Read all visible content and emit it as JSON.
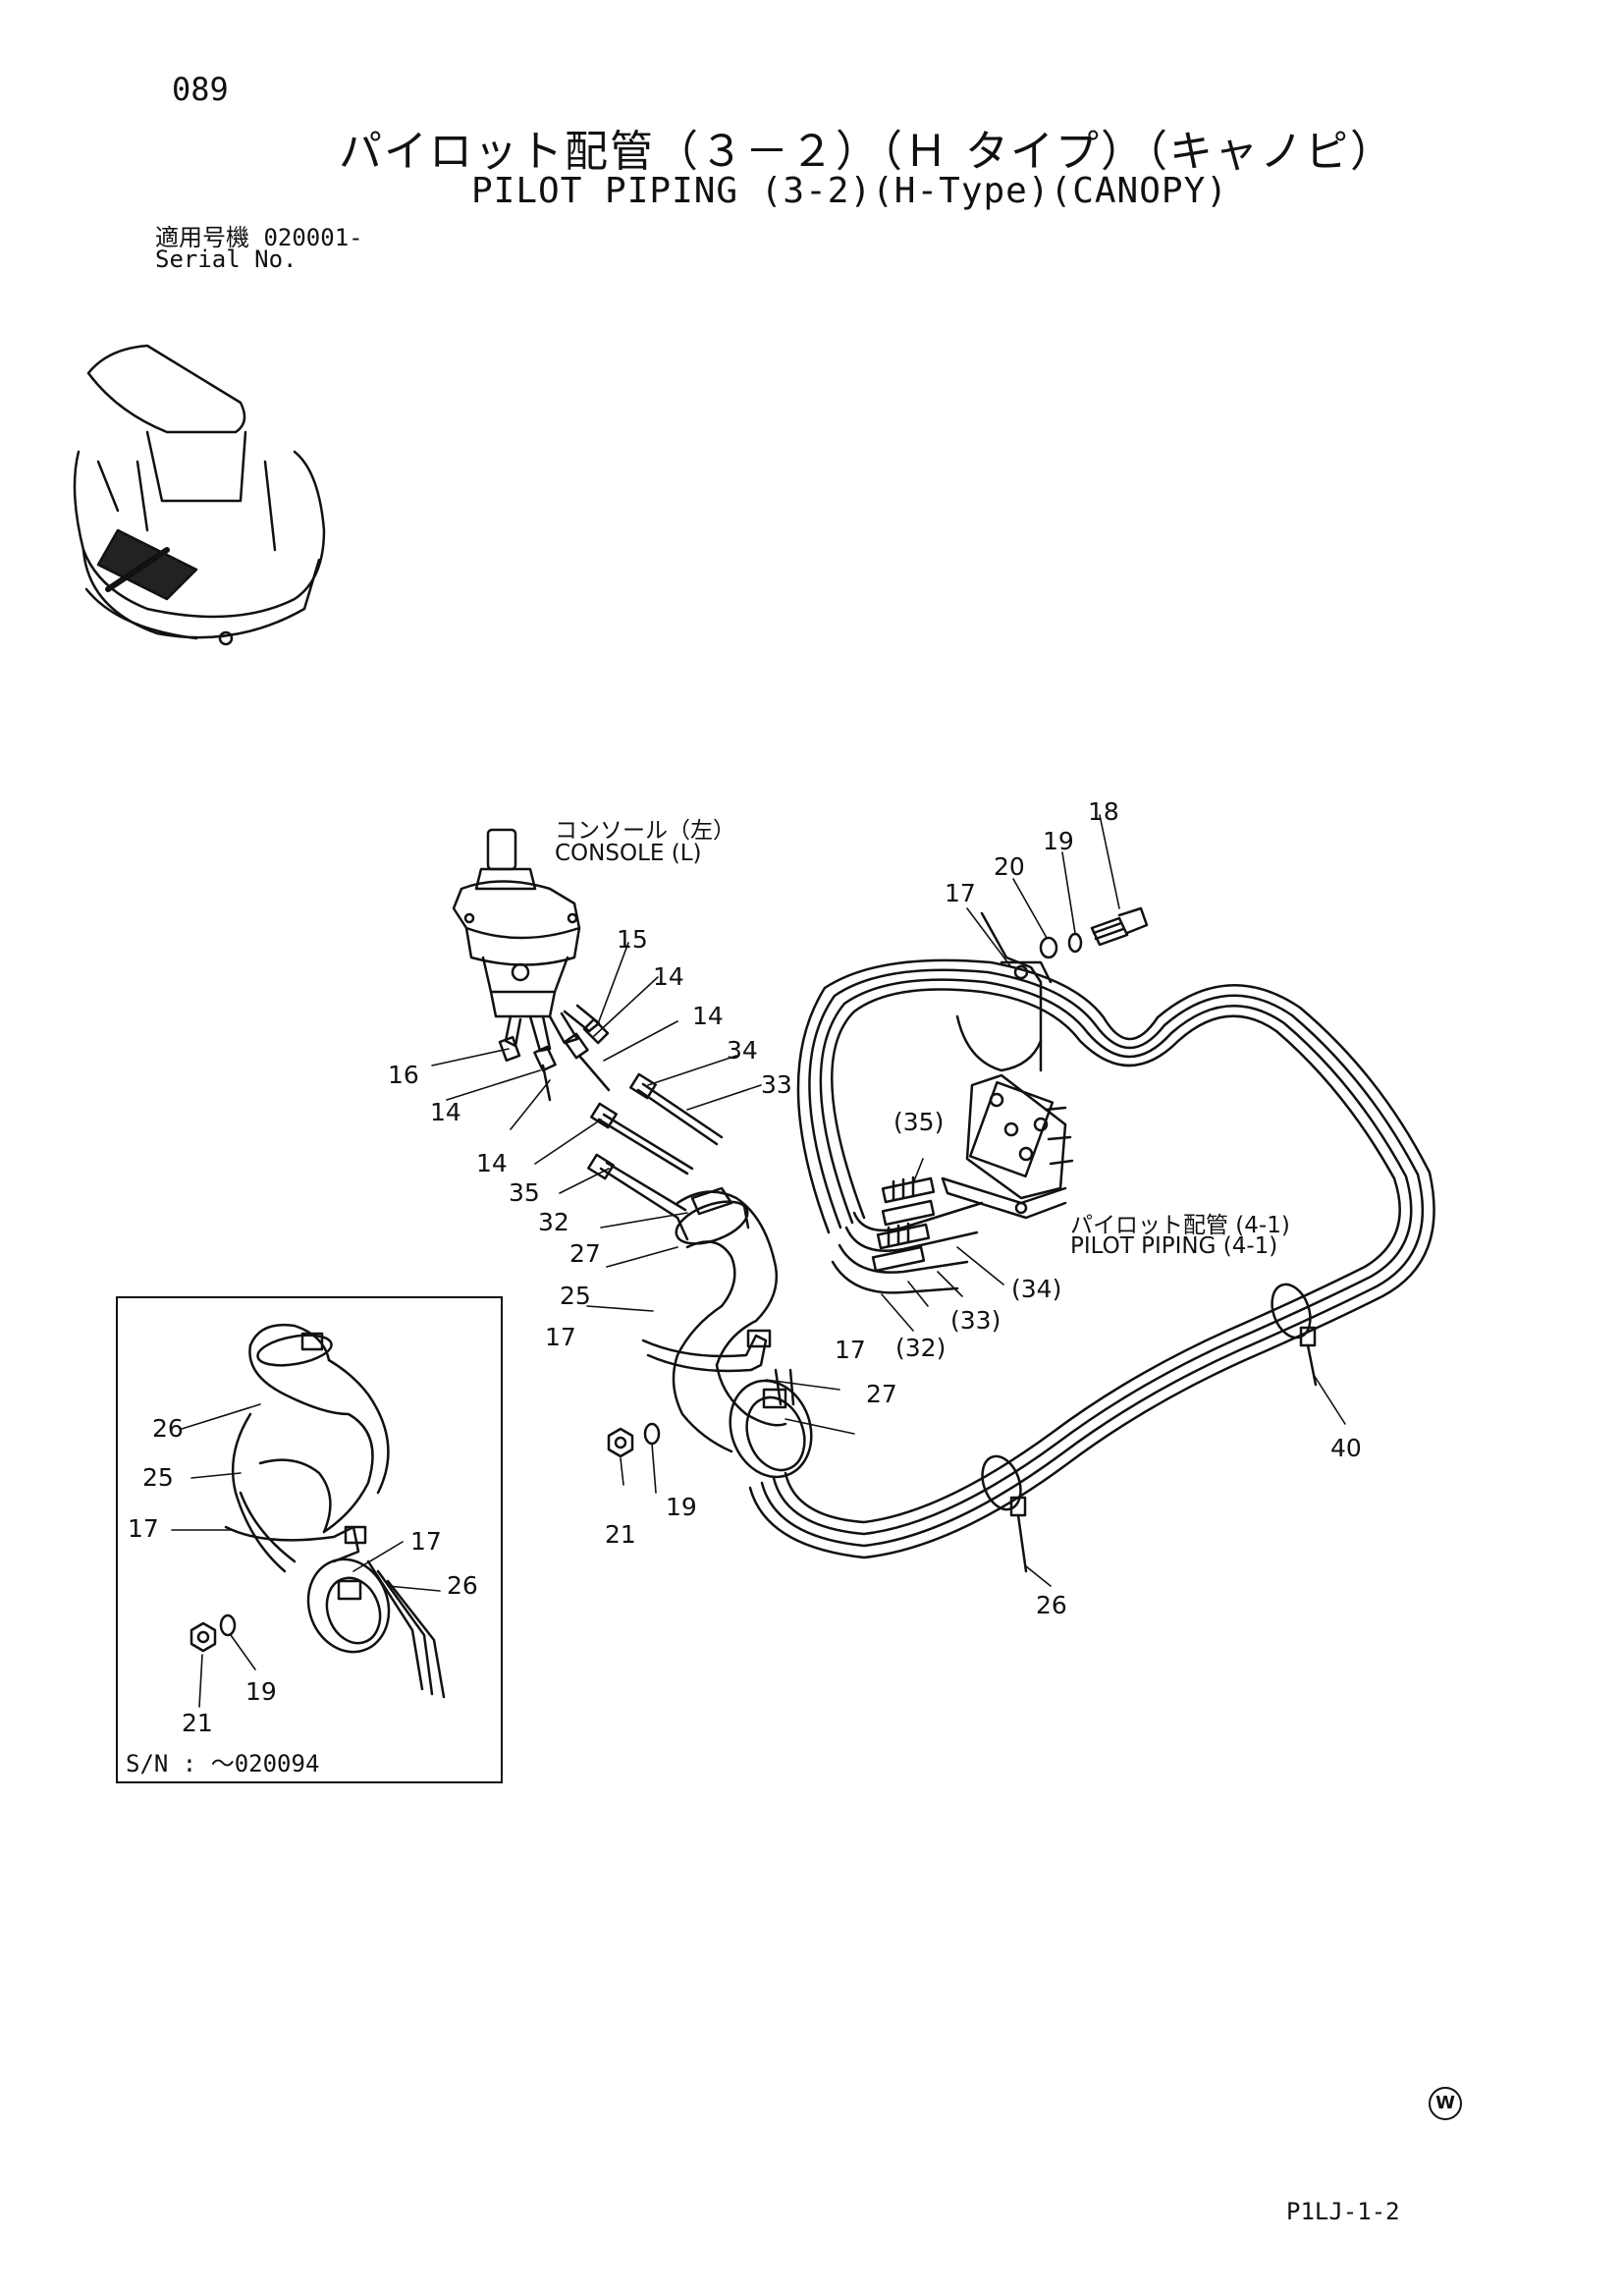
{
  "page_number": "089",
  "title_jp": "パイロット配管（３－２）（Ｈ タイプ）（キャノピ）",
  "title_en": "PILOT PIPING (3-2)(H-Type)(CANOPY)",
  "serial_jp": "適用号機  020001-",
  "serial_en": "Serial No.",
  "labels": {
    "console_jp": "コンソール（左）",
    "console_en": "CONSOLE (L)",
    "pilot_piping_jp": "パイロット配管 (4-1)",
    "pilot_piping_en": "PILOT PIPING (4-1)"
  },
  "callouts": {
    "c18": "18",
    "c19a": "19",
    "c20": "20",
    "c17a": "17",
    "c15": "15",
    "c14a": "14",
    "c14b": "14",
    "c16": "16",
    "c14c": "14",
    "c14d": "14",
    "c34": "34",
    "c33": "33",
    "c35": "35",
    "c32": "32",
    "c27a": "27",
    "c25": "25",
    "c17b": "17",
    "c17c": "17",
    "c27b": "27",
    "c21": "21",
    "c19b": "19",
    "c35p": "(35)",
    "c34p": "(34)",
    "c33p": "(33)",
    "c32p": "(32)",
    "c40": "40",
    "c26": "26"
  },
  "inset": {
    "c26a": "26",
    "c25": "25",
    "c17a": "17",
    "c17b": "17",
    "c26b": "26",
    "c19": "19",
    "c21": "21",
    "serial": "S/N :   ～020094"
  },
  "doc_code": "P1LJ-1-2",
  "w_mark": "W"
}
